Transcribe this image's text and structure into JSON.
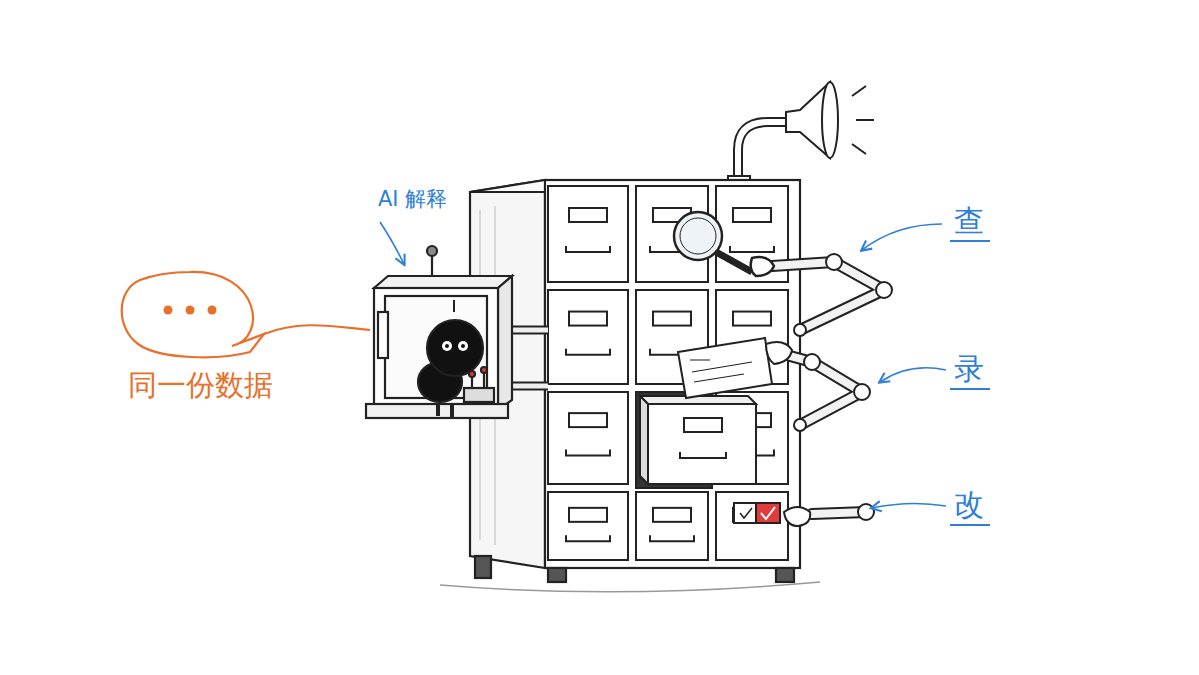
{
  "diagram": {
    "labels": [
      "AI 解释",
      "同一份数据",
      "查",
      "录",
      "改"
    ]
  }
}
